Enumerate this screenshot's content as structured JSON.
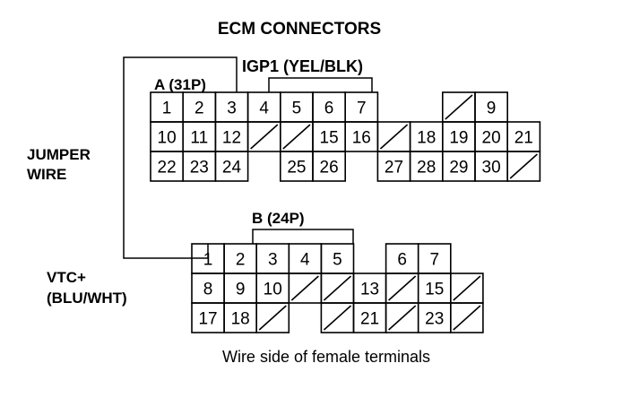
{
  "title": "ECM CONNECTORS",
  "connector_a": {
    "label": "A (31P)",
    "rows": [
      [
        "1",
        "2",
        "3",
        "4",
        "5",
        "6",
        "7",
        "",
        "",
        "/",
        "9"
      ],
      [
        "10",
        "11",
        "12",
        "/",
        "/",
        "15",
        "16",
        "/",
        "18",
        "19",
        "20",
        "21"
      ],
      [
        "22",
        "23",
        "24",
        "",
        "25",
        "26",
        "",
        "27",
        "28",
        "29",
        "30",
        "/"
      ]
    ]
  },
  "connector_b": {
    "label": "B (24P)",
    "rows": [
      [
        "1",
        "2",
        "3",
        "4",
        "5",
        "",
        "6",
        "7"
      ],
      [
        "8",
        "9",
        "10",
        "/",
        "/",
        "13",
        "/",
        "15",
        "/"
      ],
      [
        "17",
        "18",
        "/",
        "",
        "/",
        "21",
        "/",
        "23",
        "/"
      ]
    ]
  },
  "callouts": {
    "igp1": "IGP1 (YEL/BLK)",
    "jumper_line1": "JUMPER",
    "jumper_line2": "WIRE",
    "vtc_line1": "VTC+",
    "vtc_line2": "(BLU/WHT)"
  },
  "caption": "Wire side of female terminals"
}
